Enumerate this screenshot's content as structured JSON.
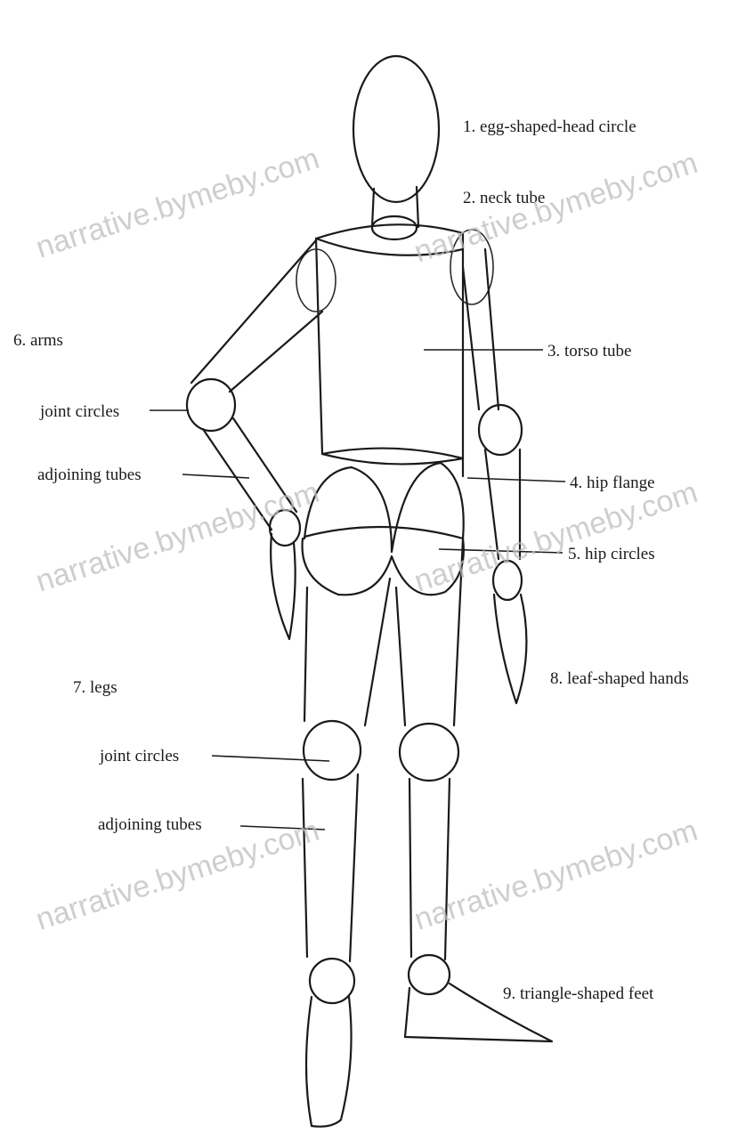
{
  "labels": {
    "head": "1. egg-shaped-head circle",
    "neck": "2. neck tube",
    "torso": "3. torso tube",
    "hip_flange": "4. hip flange",
    "hip_circles": "5. hip circles",
    "arms": "6. arms",
    "arm_joints": "joint circles",
    "arm_tubes": "adjoining tubes",
    "legs": "7. legs",
    "leg_joints": "joint circles",
    "leg_tubes": "adjoining tubes",
    "hands": "8. leaf-shaped hands",
    "feet": "9. triangle-shaped feet"
  },
  "watermark": "narrative.bymeby.com"
}
